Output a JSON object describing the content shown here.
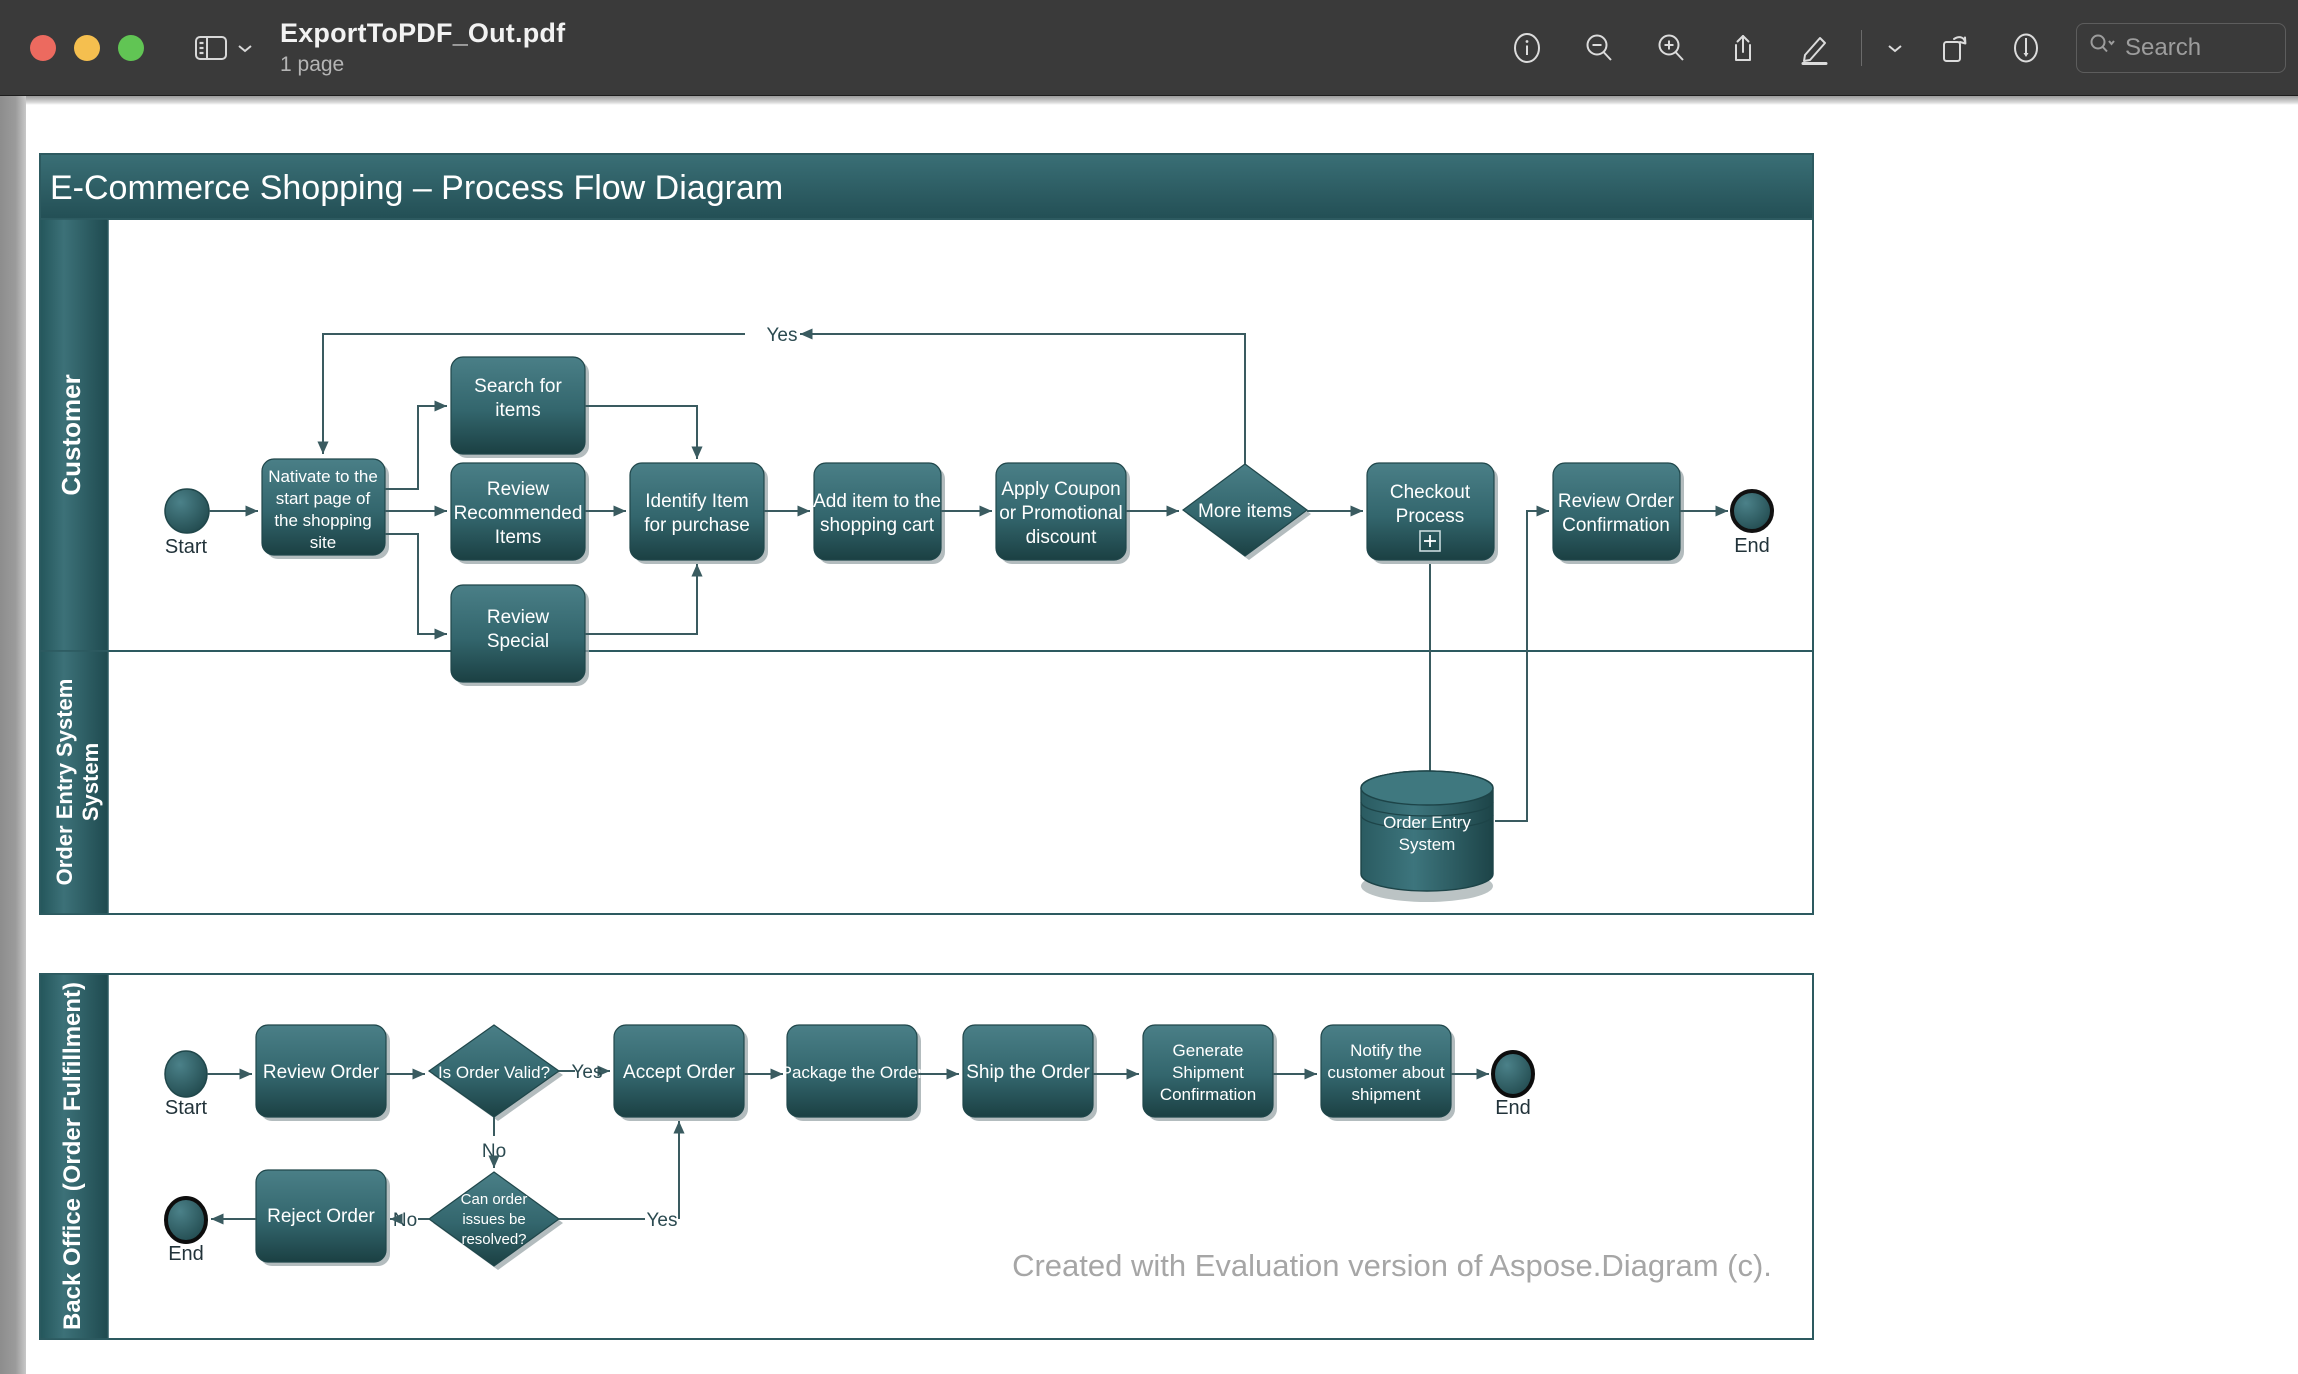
{
  "window": {
    "title": "ExportToPDF_Out.pdf",
    "subtitle": "1 page",
    "traffic_lights": [
      "close",
      "minimize",
      "zoom"
    ],
    "toolbar": [
      {
        "name": "info-icon",
        "label": "Info"
      },
      {
        "name": "zoom-out-icon",
        "label": "Zoom Out"
      },
      {
        "name": "zoom-in-icon",
        "label": "Zoom In"
      },
      {
        "name": "share-icon",
        "label": "Share"
      },
      {
        "name": "markup-icon",
        "label": "Markup"
      },
      {
        "name": "chevron-down-icon",
        "label": "More"
      },
      {
        "name": "rotate-icon",
        "label": "Rotate"
      },
      {
        "name": "annotate-icon",
        "label": "Annotate"
      }
    ],
    "search": {
      "placeholder": "Search"
    }
  },
  "colors": {
    "lane_header": "#2f5d62",
    "shape_top": "#3f747c",
    "shape_bottom": "#1d4246",
    "connector": "#3a5b60",
    "text_light": "#ffffff",
    "label_text": "#2b4a50",
    "watermark": "#a6a6a6",
    "page_bg": "#ffffff"
  },
  "diagram": {
    "title": "E-Commerce Shopping – Process Flow Diagram",
    "watermark": "Created with Evaluation version of Aspose.Diagram (c).",
    "lanes": [
      {
        "id": "customer",
        "label": "Customer"
      },
      {
        "id": "order-entry",
        "label": "Order Entry System"
      },
      {
        "id": "back-office",
        "label": "Back Office (Order Fulfillment)"
      }
    ],
    "customer_lane": {
      "start_label": "Start",
      "end_label": "End",
      "nodes": [
        {
          "id": "c-start",
          "type": "start-event",
          "label": ""
        },
        {
          "id": "c-navigate",
          "type": "task",
          "label": "Nativate to the start page of the shopping site"
        },
        {
          "id": "c-search",
          "type": "task",
          "label": "Search for items"
        },
        {
          "id": "c-recommend",
          "type": "task",
          "label": "Review Recommended Items"
        },
        {
          "id": "c-special",
          "type": "task",
          "label": "Review Special"
        },
        {
          "id": "c-identify",
          "type": "task",
          "label": "Identify Item for purchase"
        },
        {
          "id": "c-addcart",
          "type": "task",
          "label": "Add item to the shopping cart"
        },
        {
          "id": "c-coupon",
          "type": "task",
          "label": "Apply Coupon or Promotional discount"
        },
        {
          "id": "c-more",
          "type": "gateway",
          "label": "More items"
        },
        {
          "id": "c-checkout",
          "type": "subprocess",
          "label": "Checkout Process",
          "marker": "+"
        },
        {
          "id": "c-confirm",
          "type": "task",
          "label": "Review Order Confirmation"
        },
        {
          "id": "c-end",
          "type": "end-event",
          "label": ""
        }
      ],
      "edge_labels": [
        {
          "from": "c-more",
          "to": "c-navigate",
          "label": "Yes"
        }
      ]
    },
    "order_entry_lane": {
      "nodes": [
        {
          "id": "o-datastore",
          "type": "data-store",
          "label": "Order Entry System"
        }
      ]
    },
    "back_office_lane": {
      "start_label": "Start",
      "end_labels": [
        "End",
        "End"
      ],
      "nodes": [
        {
          "id": "b-start",
          "type": "start-event",
          "label": ""
        },
        {
          "id": "b-review",
          "type": "task",
          "label": "Review Order"
        },
        {
          "id": "b-valid",
          "type": "gateway",
          "label": "Is Order Valid?"
        },
        {
          "id": "b-accept",
          "type": "task",
          "label": "Accept Order"
        },
        {
          "id": "b-package",
          "type": "task",
          "label": "Package the Order"
        },
        {
          "id": "b-ship",
          "type": "task",
          "label": "Ship the Order"
        },
        {
          "id": "b-genconf",
          "type": "task",
          "label": "Generate Shipment Confirmation"
        },
        {
          "id": "b-notify",
          "type": "task",
          "label": "Notify the customer about shipment"
        },
        {
          "id": "b-end1",
          "type": "end-event",
          "label": ""
        },
        {
          "id": "b-resolve",
          "type": "gateway",
          "label": "Can order issues be resolved?"
        },
        {
          "id": "b-reject",
          "type": "task",
          "label": "Reject Order"
        },
        {
          "id": "b-end2",
          "type": "end-event",
          "label": ""
        }
      ],
      "edge_labels": [
        {
          "from": "b-valid",
          "to": "b-accept",
          "label": "Yes"
        },
        {
          "from": "b-valid",
          "to": "b-resolve",
          "label": "No"
        },
        {
          "from": "b-resolve",
          "to": "b-accept",
          "label": "Yes"
        },
        {
          "from": "b-resolve",
          "to": "b-reject",
          "label": "No"
        }
      ]
    }
  }
}
